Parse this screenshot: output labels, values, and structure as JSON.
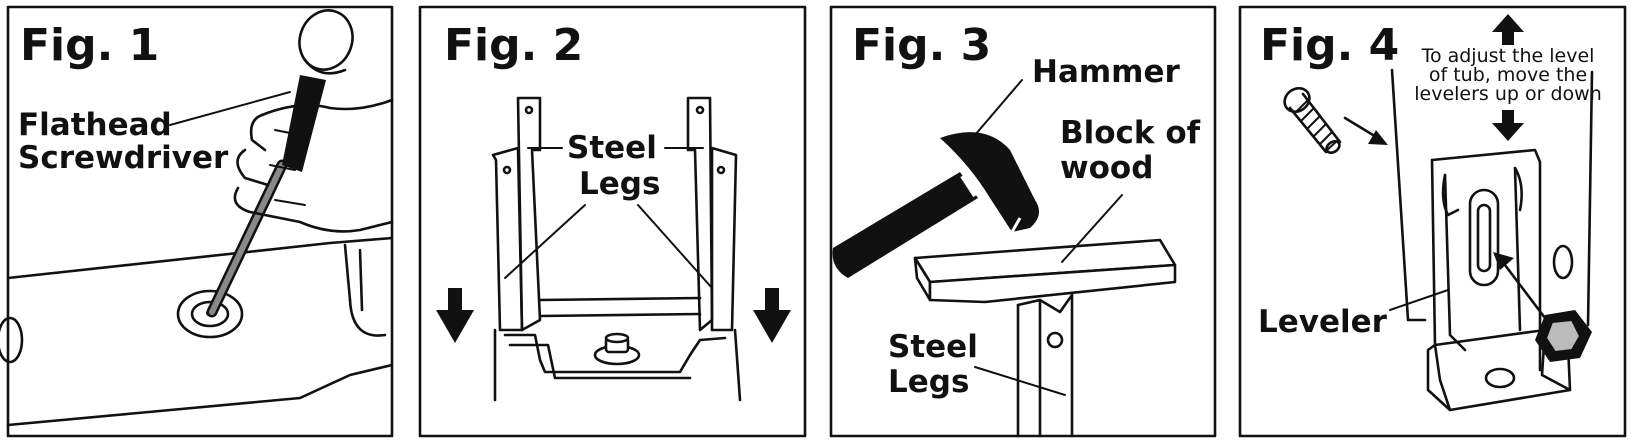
{
  "panels": [
    {
      "id": "fig1",
      "label": "Fig. 1",
      "callouts": [
        "Flathead",
        "Screwdriver"
      ]
    },
    {
      "id": "fig2",
      "label": "Fig. 2",
      "callouts": [
        "Steel",
        "Legs"
      ]
    },
    {
      "id": "fig3",
      "label": "Fig. 3",
      "callouts": [
        "Hammer",
        "Block of",
        "wood",
        "Steel",
        "Legs"
      ]
    },
    {
      "id": "fig4",
      "label": "Fig. 4",
      "callouts": [
        "Leveler"
      ],
      "note": [
        "To adjust the level",
        "of tub, move the",
        "levelers up or down"
      ]
    }
  ],
  "colors": {
    "ink": "#111111",
    "background": "#ffffff",
    "screwdriver_shaft": "#888888"
  }
}
